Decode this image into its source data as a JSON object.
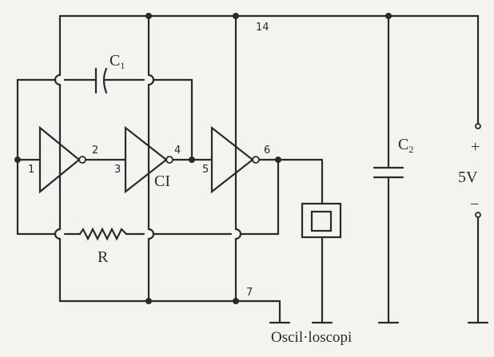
{
  "labels": {
    "c1": "C",
    "c1_sub": "1",
    "c2": "C",
    "c2_sub": "2",
    "r": "R",
    "ci": "CI",
    "voltage": "5V",
    "plus": "+",
    "minus": "−",
    "oscilloscope": "Oscil·loscopi"
  },
  "pins": {
    "p1": "1",
    "p2": "2",
    "p3": "3",
    "p4": "4",
    "p5": "5",
    "p6": "6",
    "p7": "7",
    "p14": "14"
  }
}
